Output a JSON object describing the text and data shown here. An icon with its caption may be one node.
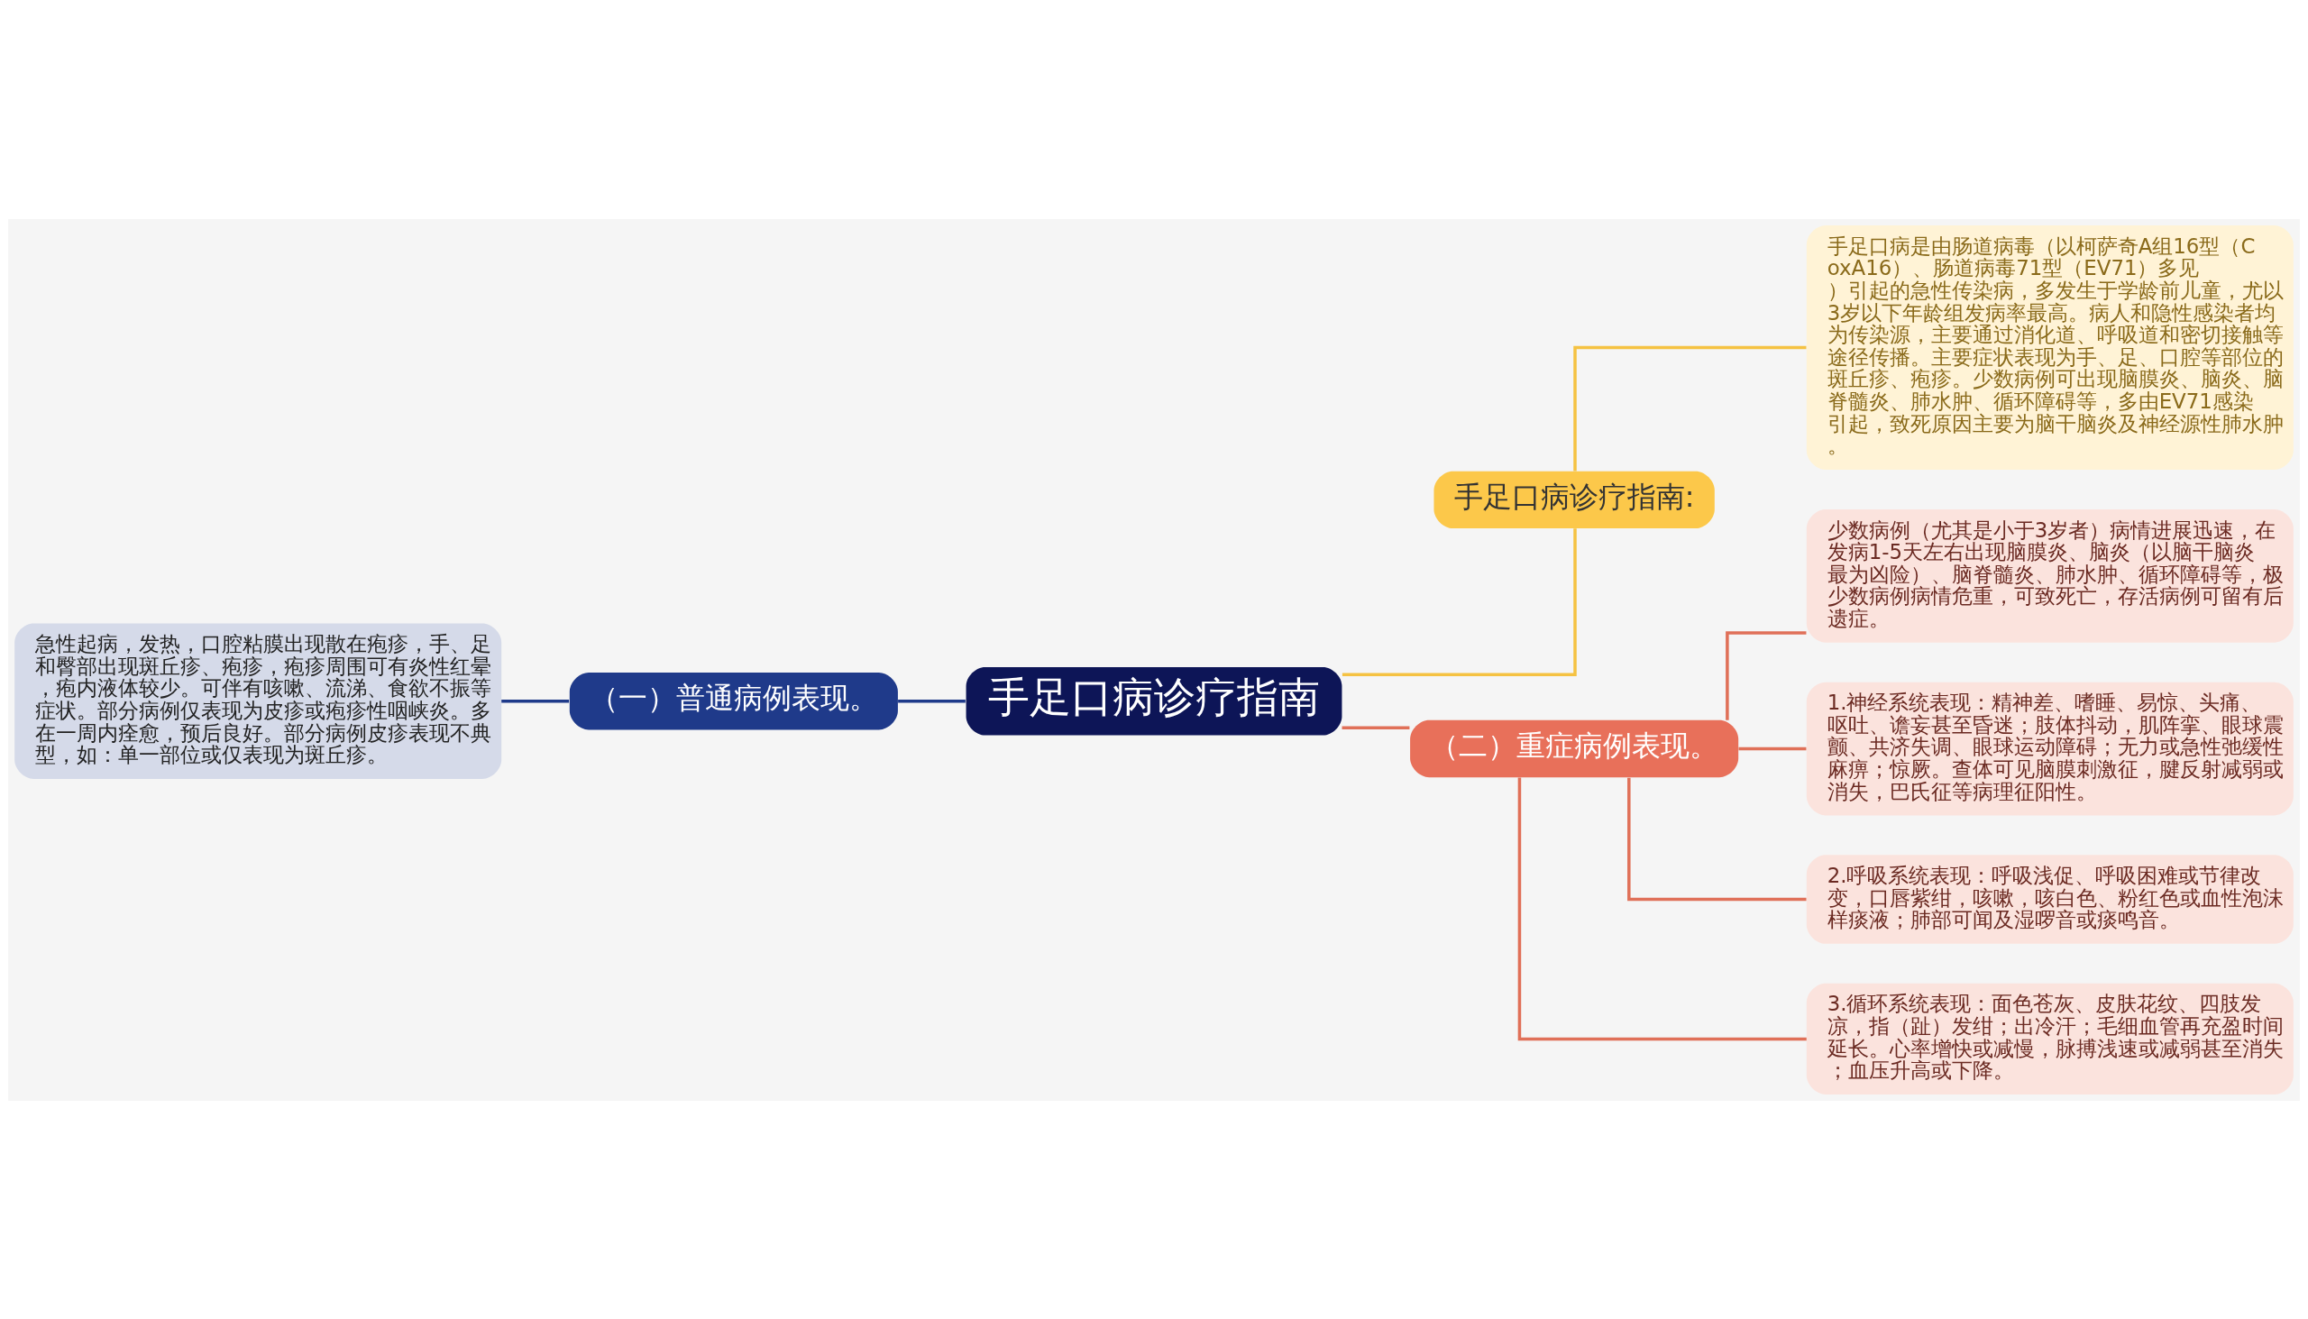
{
  "diagram": {
    "nodes": [
      {
        "text": [
          "手足口病诊疗指南"
        ]
      },
      {
        "text": [
          "手足口病诊疗指南:"
        ]
      },
      {
        "text": [
          "手足口病是由肠道病毒（以柯萨奇A组16型（CoxA16）、肠道病毒71型（EV71）多见）引起的急性传染病，多发生于学龄前儿童，尤以3岁以下年龄组发病率最高。病人和隐性感染者均为传染源，主要通过消化道、呼吸道和密切接触等途径传播。主要症状表现为手、足、口腔等部位的斑丘疹、疱疹。少数病例可出现脑膜炎、脑炎、脑脊髓炎、肺水肿、循环障碍等，多由EV71感染引起，致死原因主要为脑干脑炎及神经源性肺水肿。"
        ]
      },
      {
        "text": [
          "（二）重症病例表现。"
        ]
      },
      {
        "text": [
          "少数病例（尤其是小于3岁者）病情进展迅速，在发病1-5天左右出现脑膜炎、脑炎（以脑干脑炎最为凶险）、脑脊髓炎、肺水肿、循环障碍等，极少数病例病情危重，可致死亡，存活病例可留有后遗症。"
        ]
      },
      {
        "text": [
          "1.神经系统表现：精神差、嗜睡、易惊、头痛、呕吐、谵妄甚至昏迷；肢体抖动，肌阵挛、眼球震颤、共济失调、眼球运动障碍；无力或急性弛缓性麻痹；惊厥。查体可见脑膜刺激征，腱反射减弱或消失，巴氏征等病理征阳性。"
        ]
      },
      {
        "text": [
          "2.呼吸系统表现：呼吸浅促、呼吸困难或节律改变，口唇紫绀，咳嗽，咳白色、粉红色或血性泡沫样痰液；肺部可闻及湿啰音或痰鸣音。"
        ]
      },
      {
        "text": [
          "3.循环系统表现：面色苍灰、皮肤花纹、四肢发凉，指（趾）发绀；出冷汗；毛细血管再充盈时间延长。心率增快或减慢，脉搏浅速或减弱甚至消失；血压升高或下降。"
        ]
      },
      {
        "text": [
          "（一）普通病例表现。"
        ]
      },
      {
        "text": [
          "急性起病，发热，口腔粘膜出现散在疱疹，手、足和臀部出现斑丘疹、疱疹，疱疹周围可有炎性红晕，疱内液体较少。可伴有咳嗽、流涕、食欲不振等症状。部分病例仅表现为皮疹或疱疹性咽峡炎。多在一周内痊愈，预后良好。部分病例皮疹表现不典型，如：单一部位或仅表现为斑丘疹。"
        ]
      }
    ],
    "edges": [
      {
        "from": 0,
        "to": 1,
        "arrow": "none",
        "color": "#f5c242"
      },
      {
        "from": 1,
        "to": 2,
        "arrow": "none",
        "color": "#f5c242"
      },
      {
        "from": 0,
        "to": 3,
        "arrow": "none"
      },
      {
        "from": 3,
        "to": 4,
        "arrow": "none"
      },
      {
        "from": 3,
        "to": 5,
        "arrow": "none"
      },
      {
        "from": 3,
        "to": 6,
        "arrow": "none"
      },
      {
        "from": 3,
        "to": 7,
        "arrow": "none"
      },
      {
        "from": 8,
        "to": 0,
        "arrow": "none",
        "color": "#1f3a8a"
      },
      {
        "from": 9,
        "to": 8,
        "arrow": "none",
        "color": "#1f3a8a"
      }
    ]
  }
}
